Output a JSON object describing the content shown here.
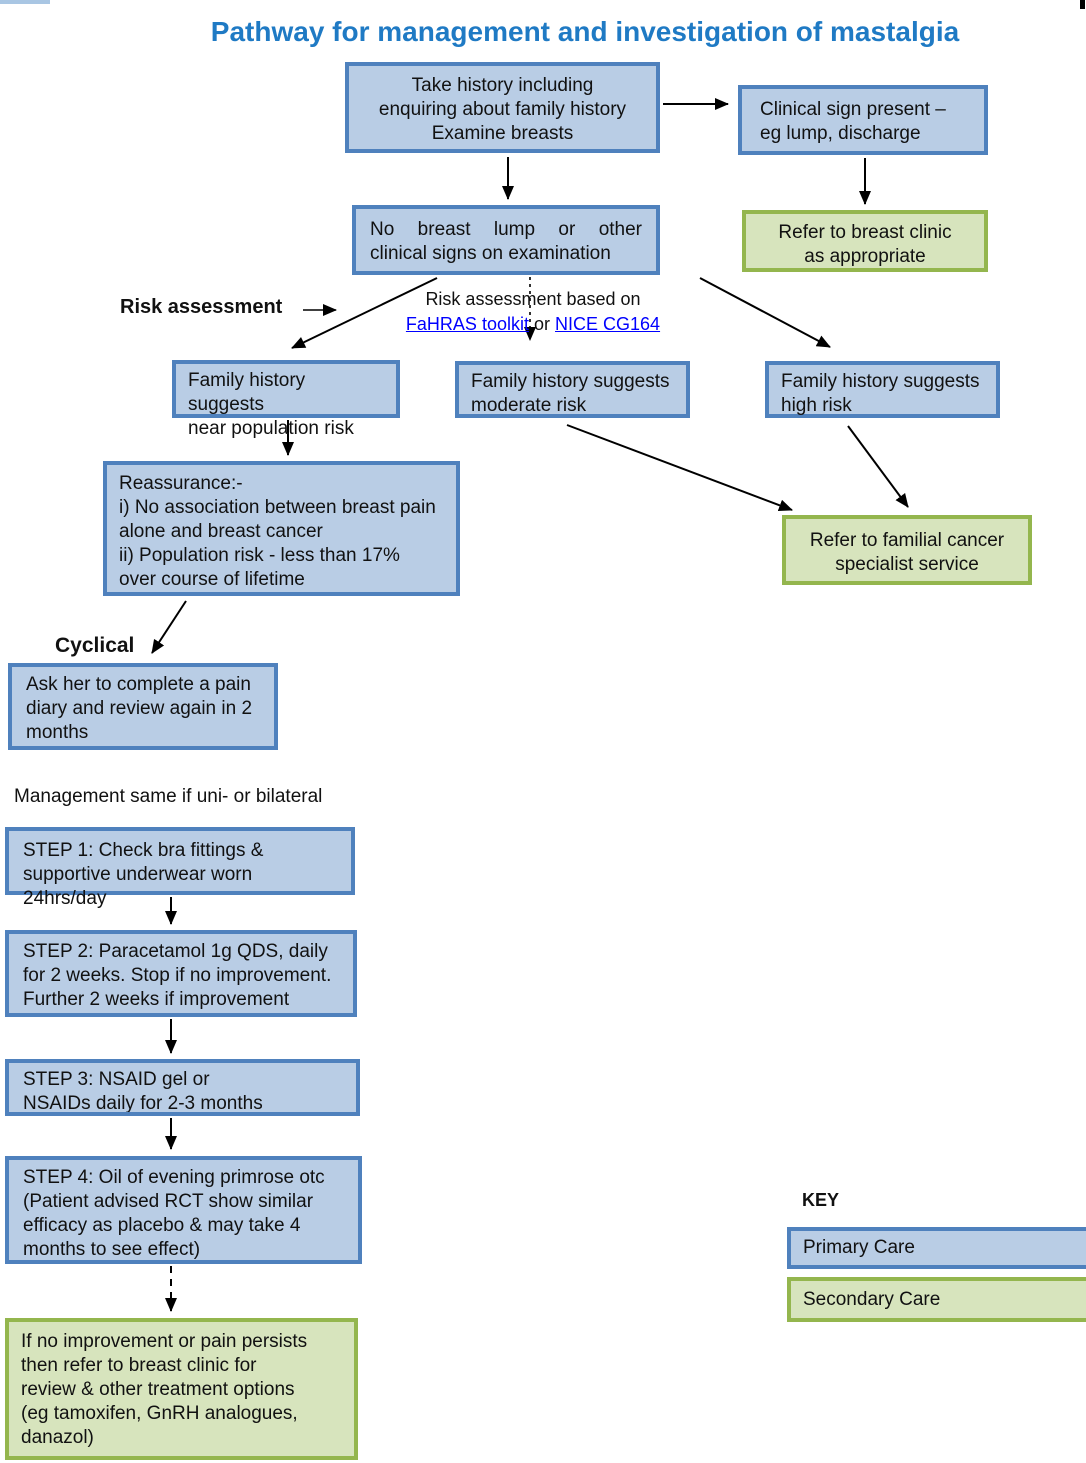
{
  "title": "Pathway for management and investigation of mastalgia",
  "labels": {
    "risk_assessment": "Risk assessment",
    "cyclical": "Cyclical",
    "management_note": "Management same if uni- or bilateral",
    "key": "KEY"
  },
  "risk_tools": {
    "based_on": "Risk assessment based on",
    "fahras_link": "FaHRAS toolkit",
    "or": "or",
    "nice_link": "NICE CG164"
  },
  "nodes": {
    "take_history": "Take history including\nenquiring about family history\nExamine breasts",
    "clinical_sign": "Clinical sign present –\neg lump, discharge",
    "no_breast_lump_line1": "No breast lump or other",
    "no_breast_lump_line2": "clinical signs on examination",
    "refer_breast_clinic": "Refer to breast clinic\nas appropriate",
    "family_near": "Family history suggests\nnear population risk",
    "family_moderate": "Family history suggests\nmoderate risk",
    "family_high": "Family history suggests\nhigh risk",
    "reassurance": "Reassurance:-\ni) No association between breast pain\nalone and breast cancer\nii) Population risk - less than 17%\nover course of lifetime",
    "refer_familial": "Refer to familial cancer\nspecialist service",
    "pain_diary": "Ask her to complete a pain\ndiary and review again in 2\nmonths",
    "step1": "STEP 1: Check bra fittings &\nsupportive underwear worn 24hrs/day",
    "step2": "STEP 2: Paracetamol 1g QDS, daily\nfor 2 weeks. Stop if no improvement.\nFurther 2 weeks if improvement",
    "step3": "STEP 3: NSAID gel or\nNSAIDs daily for 2-3 months",
    "step4": "STEP 4: Oil of evening primrose otc\n(Patient advised RCT show similar\nefficacy as placebo & may take 4\nmonths to see effect)",
    "final_referral": "If no improvement or pain persists\nthen refer to breast clinic for\nreview & other treatment options\n(eg tamoxifen, GnRH analogues,\ndanazol)"
  },
  "key": {
    "primary": "Primary Care",
    "secondary": "Secondary Care"
  },
  "colors": {
    "title_blue": "#1F7AC4",
    "primary_care_fill": "#B9CDE5",
    "primary_care_border": "#4F81BD",
    "secondary_care_fill": "#D7E4BD",
    "secondary_care_border": "#94B64E",
    "link_blue": "#0000FF",
    "arrow_black": "#000000"
  }
}
